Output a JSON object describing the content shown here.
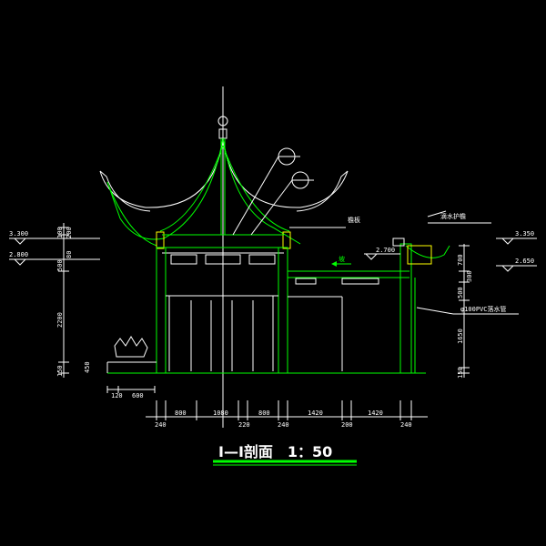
{
  "drawing": {
    "title": "Ⅰ—Ⅰ剖面　1：50",
    "colors": {
      "background": "#000000",
      "lines": "#ffffff",
      "section": "#00ff00",
      "hatch": "#ffff00",
      "accent": "#cc33cc"
    }
  },
  "elevations": {
    "left_top": "3.300",
    "left_mid": "2.800",
    "right_top": "3.350",
    "right_mid": "2.650",
    "roof_mid": "2.700"
  },
  "labels": {
    "eave_board": "檐板",
    "parapet": "滴水护檐",
    "downpipe": "φ100PVC落水管",
    "slope": "坡"
  },
  "left_dims": {
    "d1": "100",
    "d2": "200",
    "d3": "500",
    "d4": "80",
    "d5": "2200",
    "d6": "150",
    "d7": "450"
  },
  "right_dims": {
    "d1": "700",
    "d2": "500",
    "d3": "300",
    "d4": "1650",
    "d5": "150"
  },
  "bottom_small_dims": [
    "120",
    "600"
  ],
  "bottom_dims": [
    "240",
    "800",
    "1080",
    "220",
    "800",
    "240",
    "1420",
    "200",
    "1420",
    "240"
  ]
}
